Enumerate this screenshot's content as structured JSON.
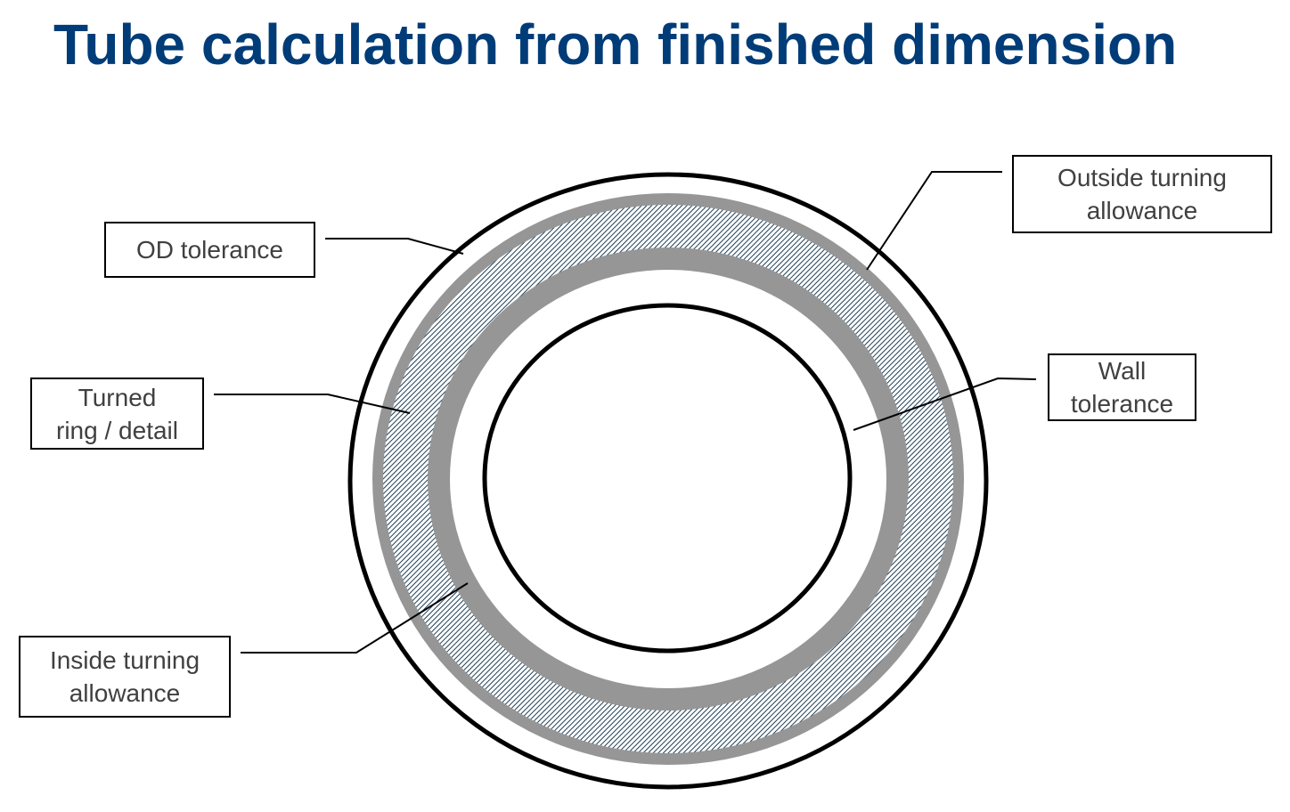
{
  "title": "Tube calculation from finished dimension",
  "labels": {
    "od_tolerance": [
      "OD tolerance"
    ],
    "turned_ring": [
      "Turned",
      "ring / detail"
    ],
    "inside_turning": [
      "Inside turning",
      "allowance"
    ],
    "outside_turning": [
      "Outside turning",
      "allowance"
    ],
    "wall_tolerance": [
      "Wall",
      "tolerance"
    ]
  },
  "colors": {
    "title": "#003c78",
    "allowance_band": "#969696",
    "hatch_line": "#1f3f55",
    "outline": "#000000",
    "label_text": "#404040"
  }
}
